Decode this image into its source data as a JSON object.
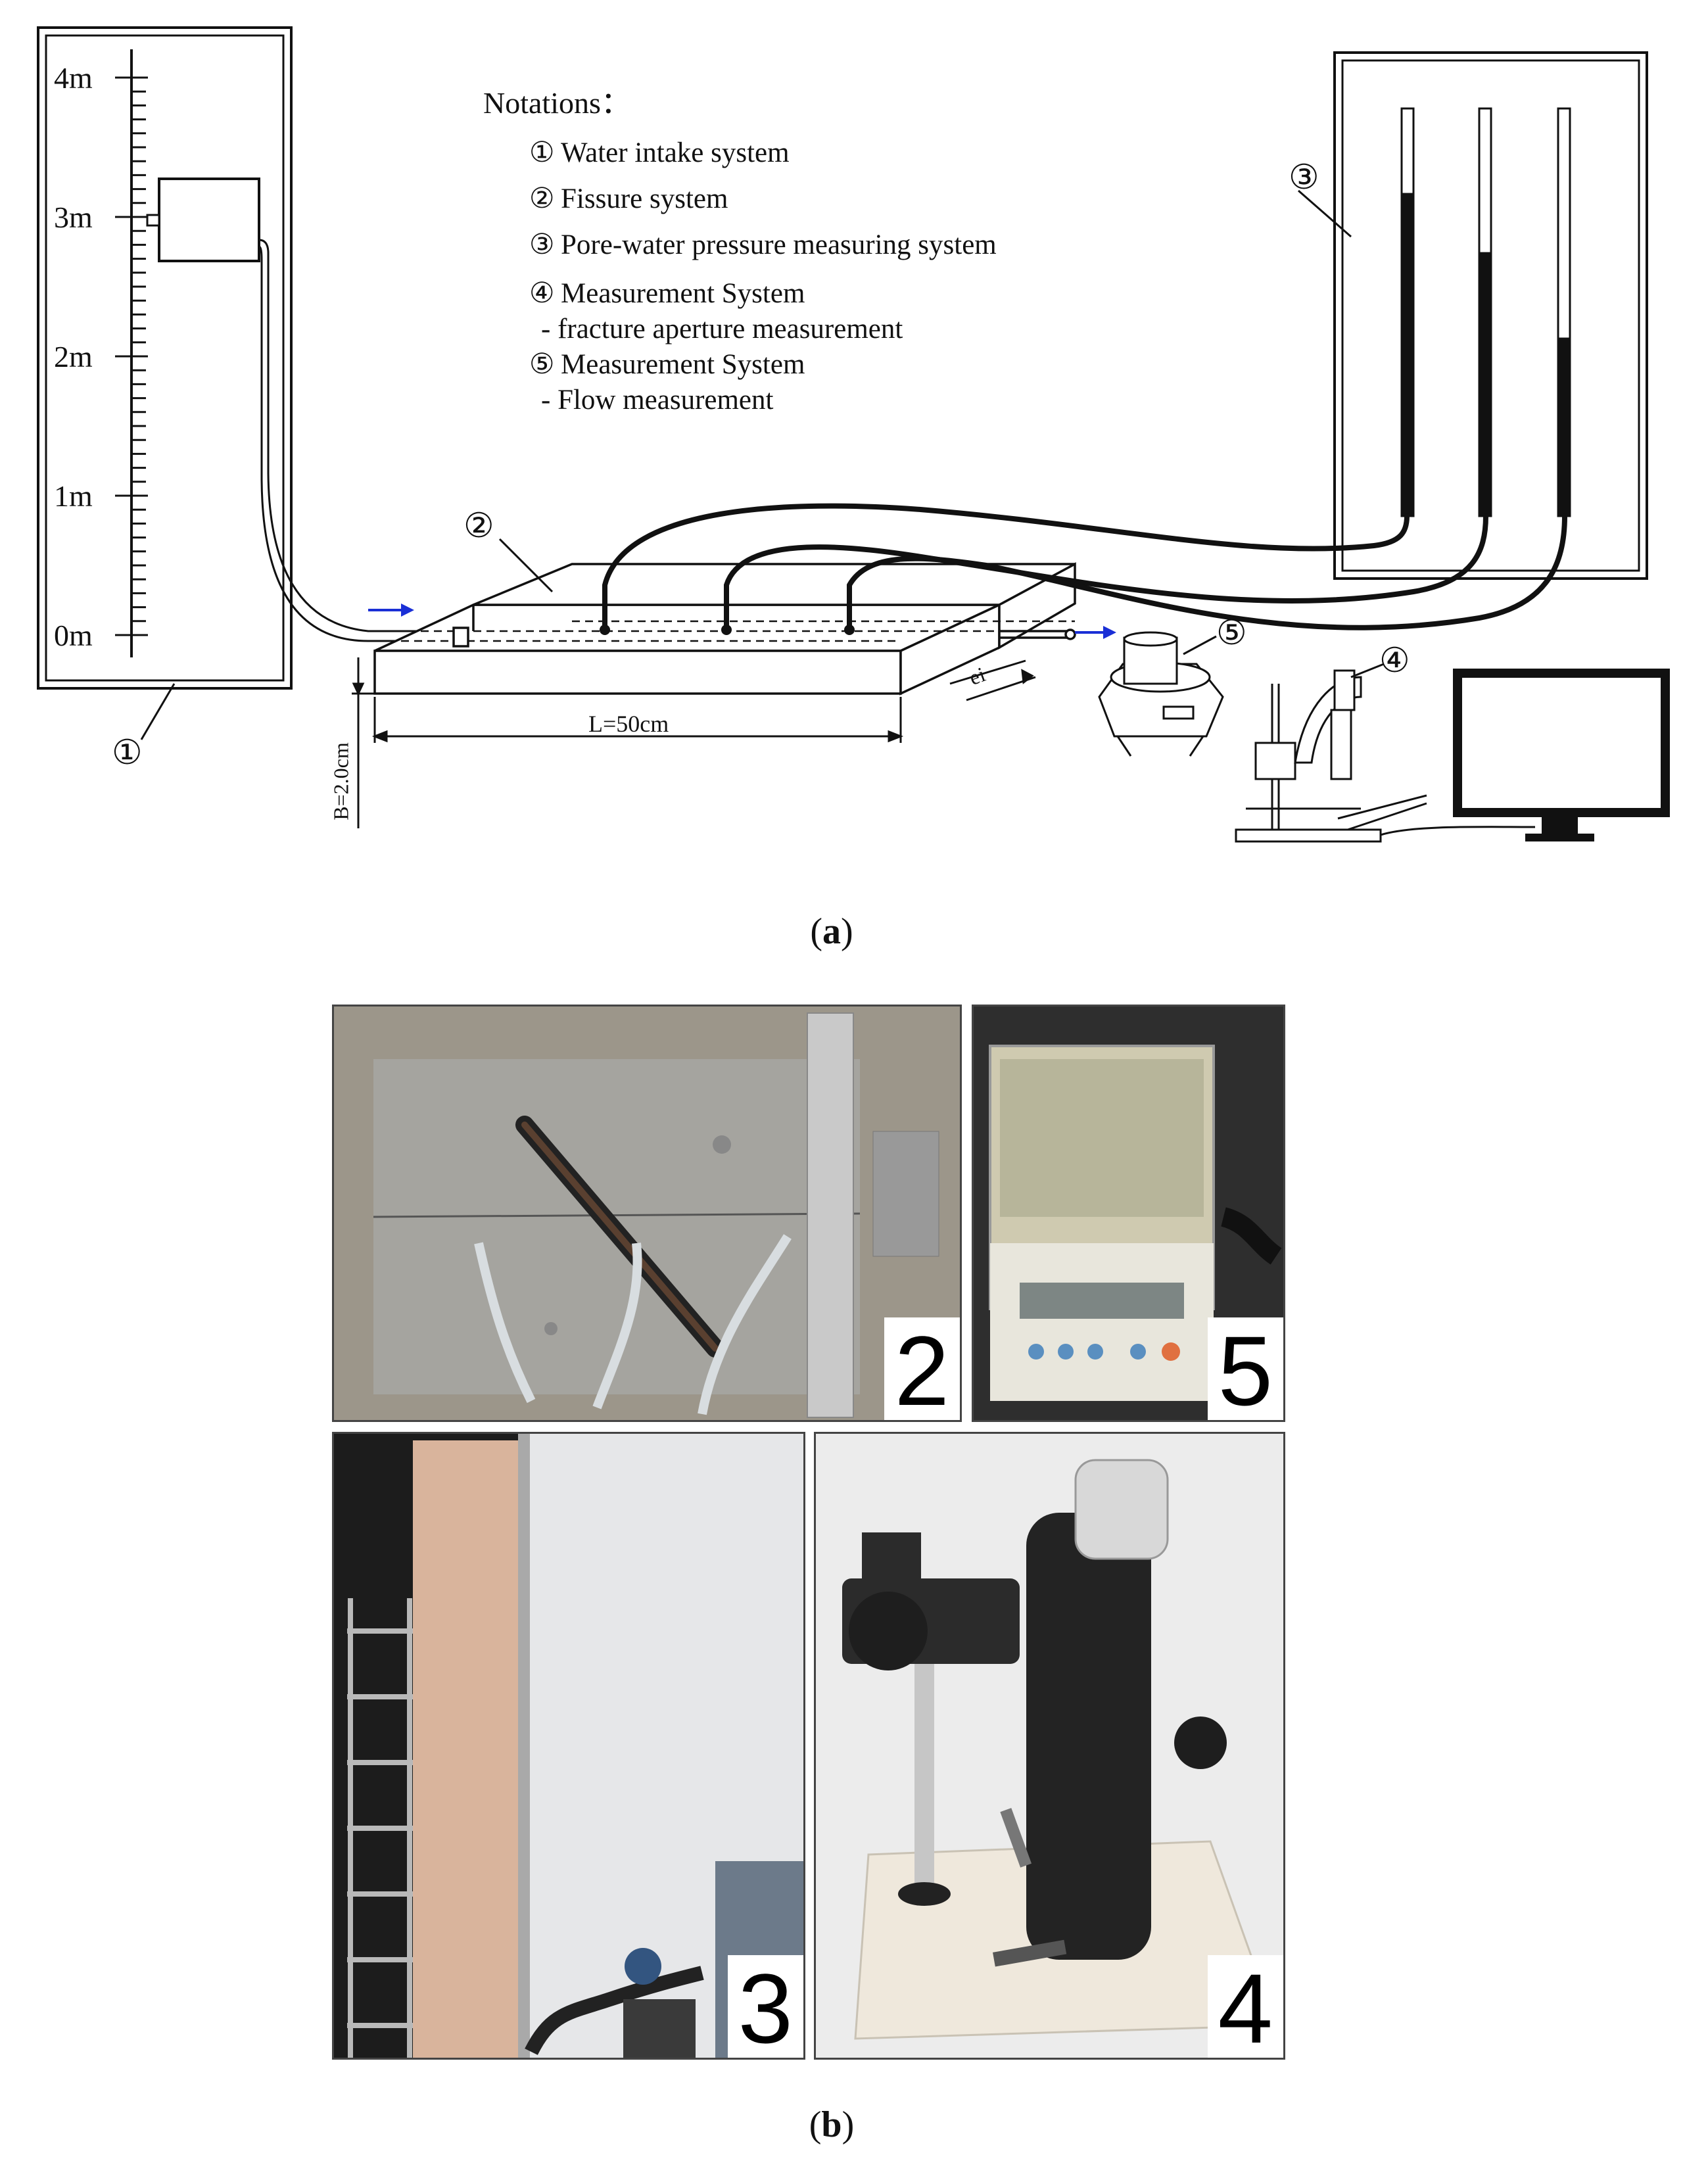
{
  "notations": {
    "title": "Notations：",
    "items": [
      {
        "num": "①",
        "text": "Water intake system"
      },
      {
        "num": "②",
        "text": "Fissure system"
      },
      {
        "num": "③",
        "text": "Pore-water pressure measuring system"
      },
      {
        "num": "④",
        "text": "Measurement System",
        "sub": "- fracture aperture measurement"
      },
      {
        "num": "⑤",
        "text": "Measurement System",
        "sub": "- Flow measurement"
      }
    ]
  },
  "scale": {
    "labels": [
      "4m",
      "3m",
      "2m",
      "1m",
      "0m"
    ]
  },
  "callouts": {
    "c1": "①",
    "c2": "②",
    "c3": "③",
    "c4": "④",
    "c5": "⑤"
  },
  "dimensions": {
    "length": "L=50cm",
    "width": "B=2.0cm",
    "aperture": "ei"
  },
  "captions": {
    "a": "a",
    "b": "b"
  },
  "photos": {
    "p2": {
      "label": "2"
    },
    "p5": {
      "label": "5"
    },
    "p3": {
      "label": "3"
    },
    "p4": {
      "label": "4"
    }
  },
  "colors": {
    "arrow": "#1a2fd6",
    "line": "#111111"
  }
}
